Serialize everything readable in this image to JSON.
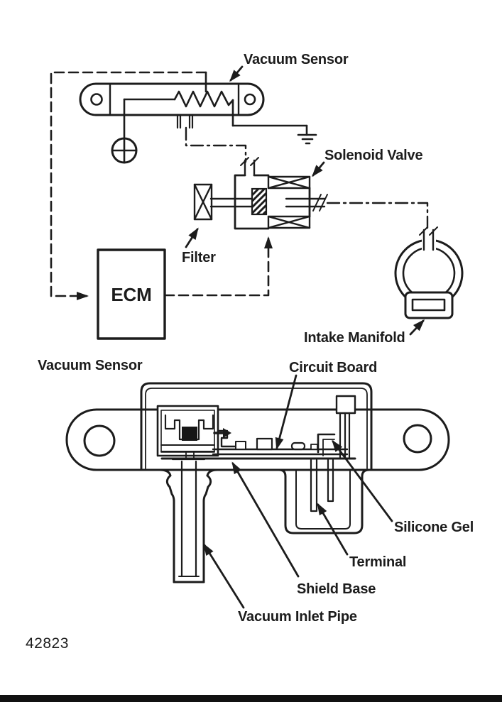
{
  "figure_code": "42823",
  "colors": {
    "ink": "#1c1c1c",
    "paper": "#ffffff"
  },
  "schematic": {
    "vacuum_sensor_label": "Vacuum Sensor",
    "solenoid_valve_label": "Solenoid Valve",
    "filter_label": "Filter",
    "ecm_label": "ECM",
    "intake_manifold_label": "Intake Manifold"
  },
  "cross_section": {
    "title": "Vacuum Sensor",
    "circuit_board_label": "Circuit Board",
    "silicone_gel_label": "Silicone Gel",
    "terminal_label": "Terminal",
    "shield_base_label": "Shield Base",
    "vacuum_inlet_pipe_label": "Vacuum Inlet Pipe"
  }
}
